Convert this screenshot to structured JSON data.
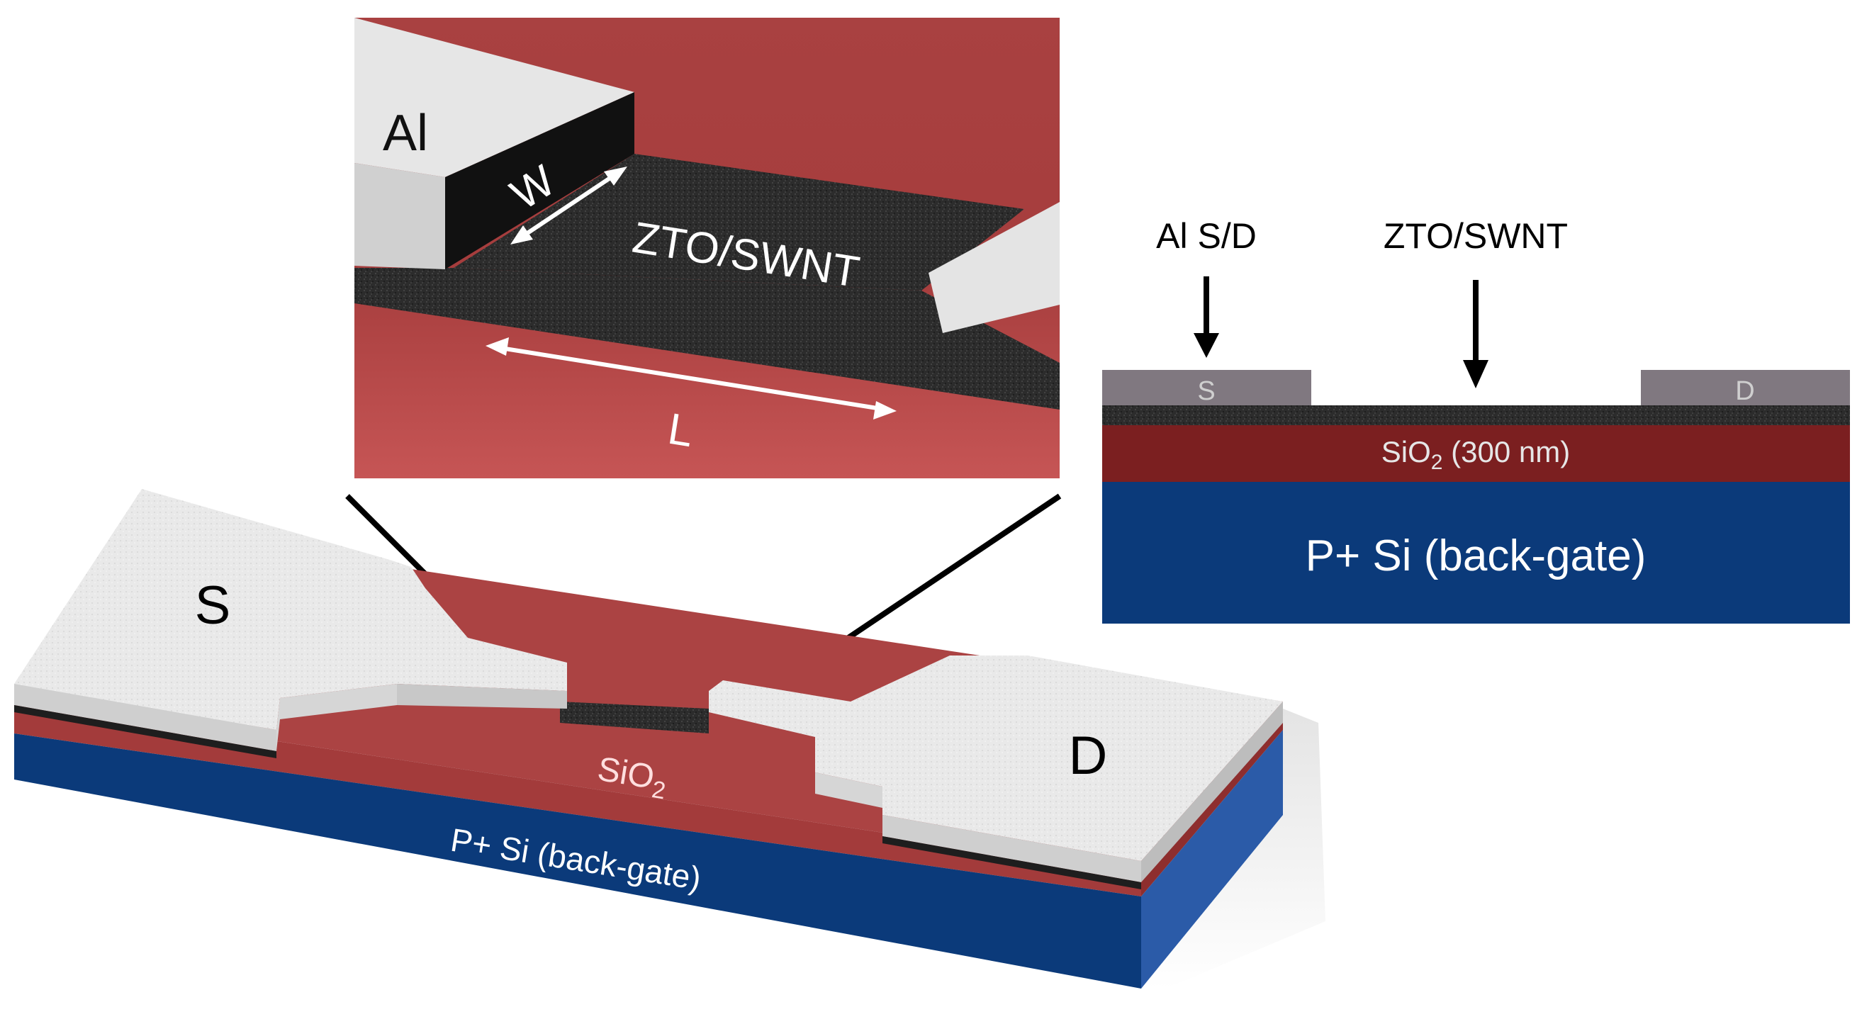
{
  "inset": {
    "al_label": "Al",
    "width_label": "W",
    "length_label": "L",
    "channel_label": "ZTO/SWNT"
  },
  "cross_section": {
    "al_sd_label": "Al S/D",
    "channel_label": "ZTO/SWNT",
    "source_label": "S",
    "drain_label": "D",
    "oxide_prefix": "SiO",
    "oxide_subscript": "2",
    "oxide_suffix": " (300 nm)",
    "substrate_label": "P+ Si (back-gate)"
  },
  "device": {
    "source_label": "S",
    "drain_label": "D",
    "oxide_prefix": "SiO",
    "oxide_subscript": "2",
    "substrate_label": "P+ Si (back-gate)"
  },
  "colors": {
    "oxide_red": "#ab4343",
    "oxide_dark": "#7b1f20",
    "substrate_blue": "#0b3a7a",
    "contact_gray": "#807880",
    "channel_dark": "#2b2b2b",
    "electrode_white": "#e8e8e8"
  }
}
